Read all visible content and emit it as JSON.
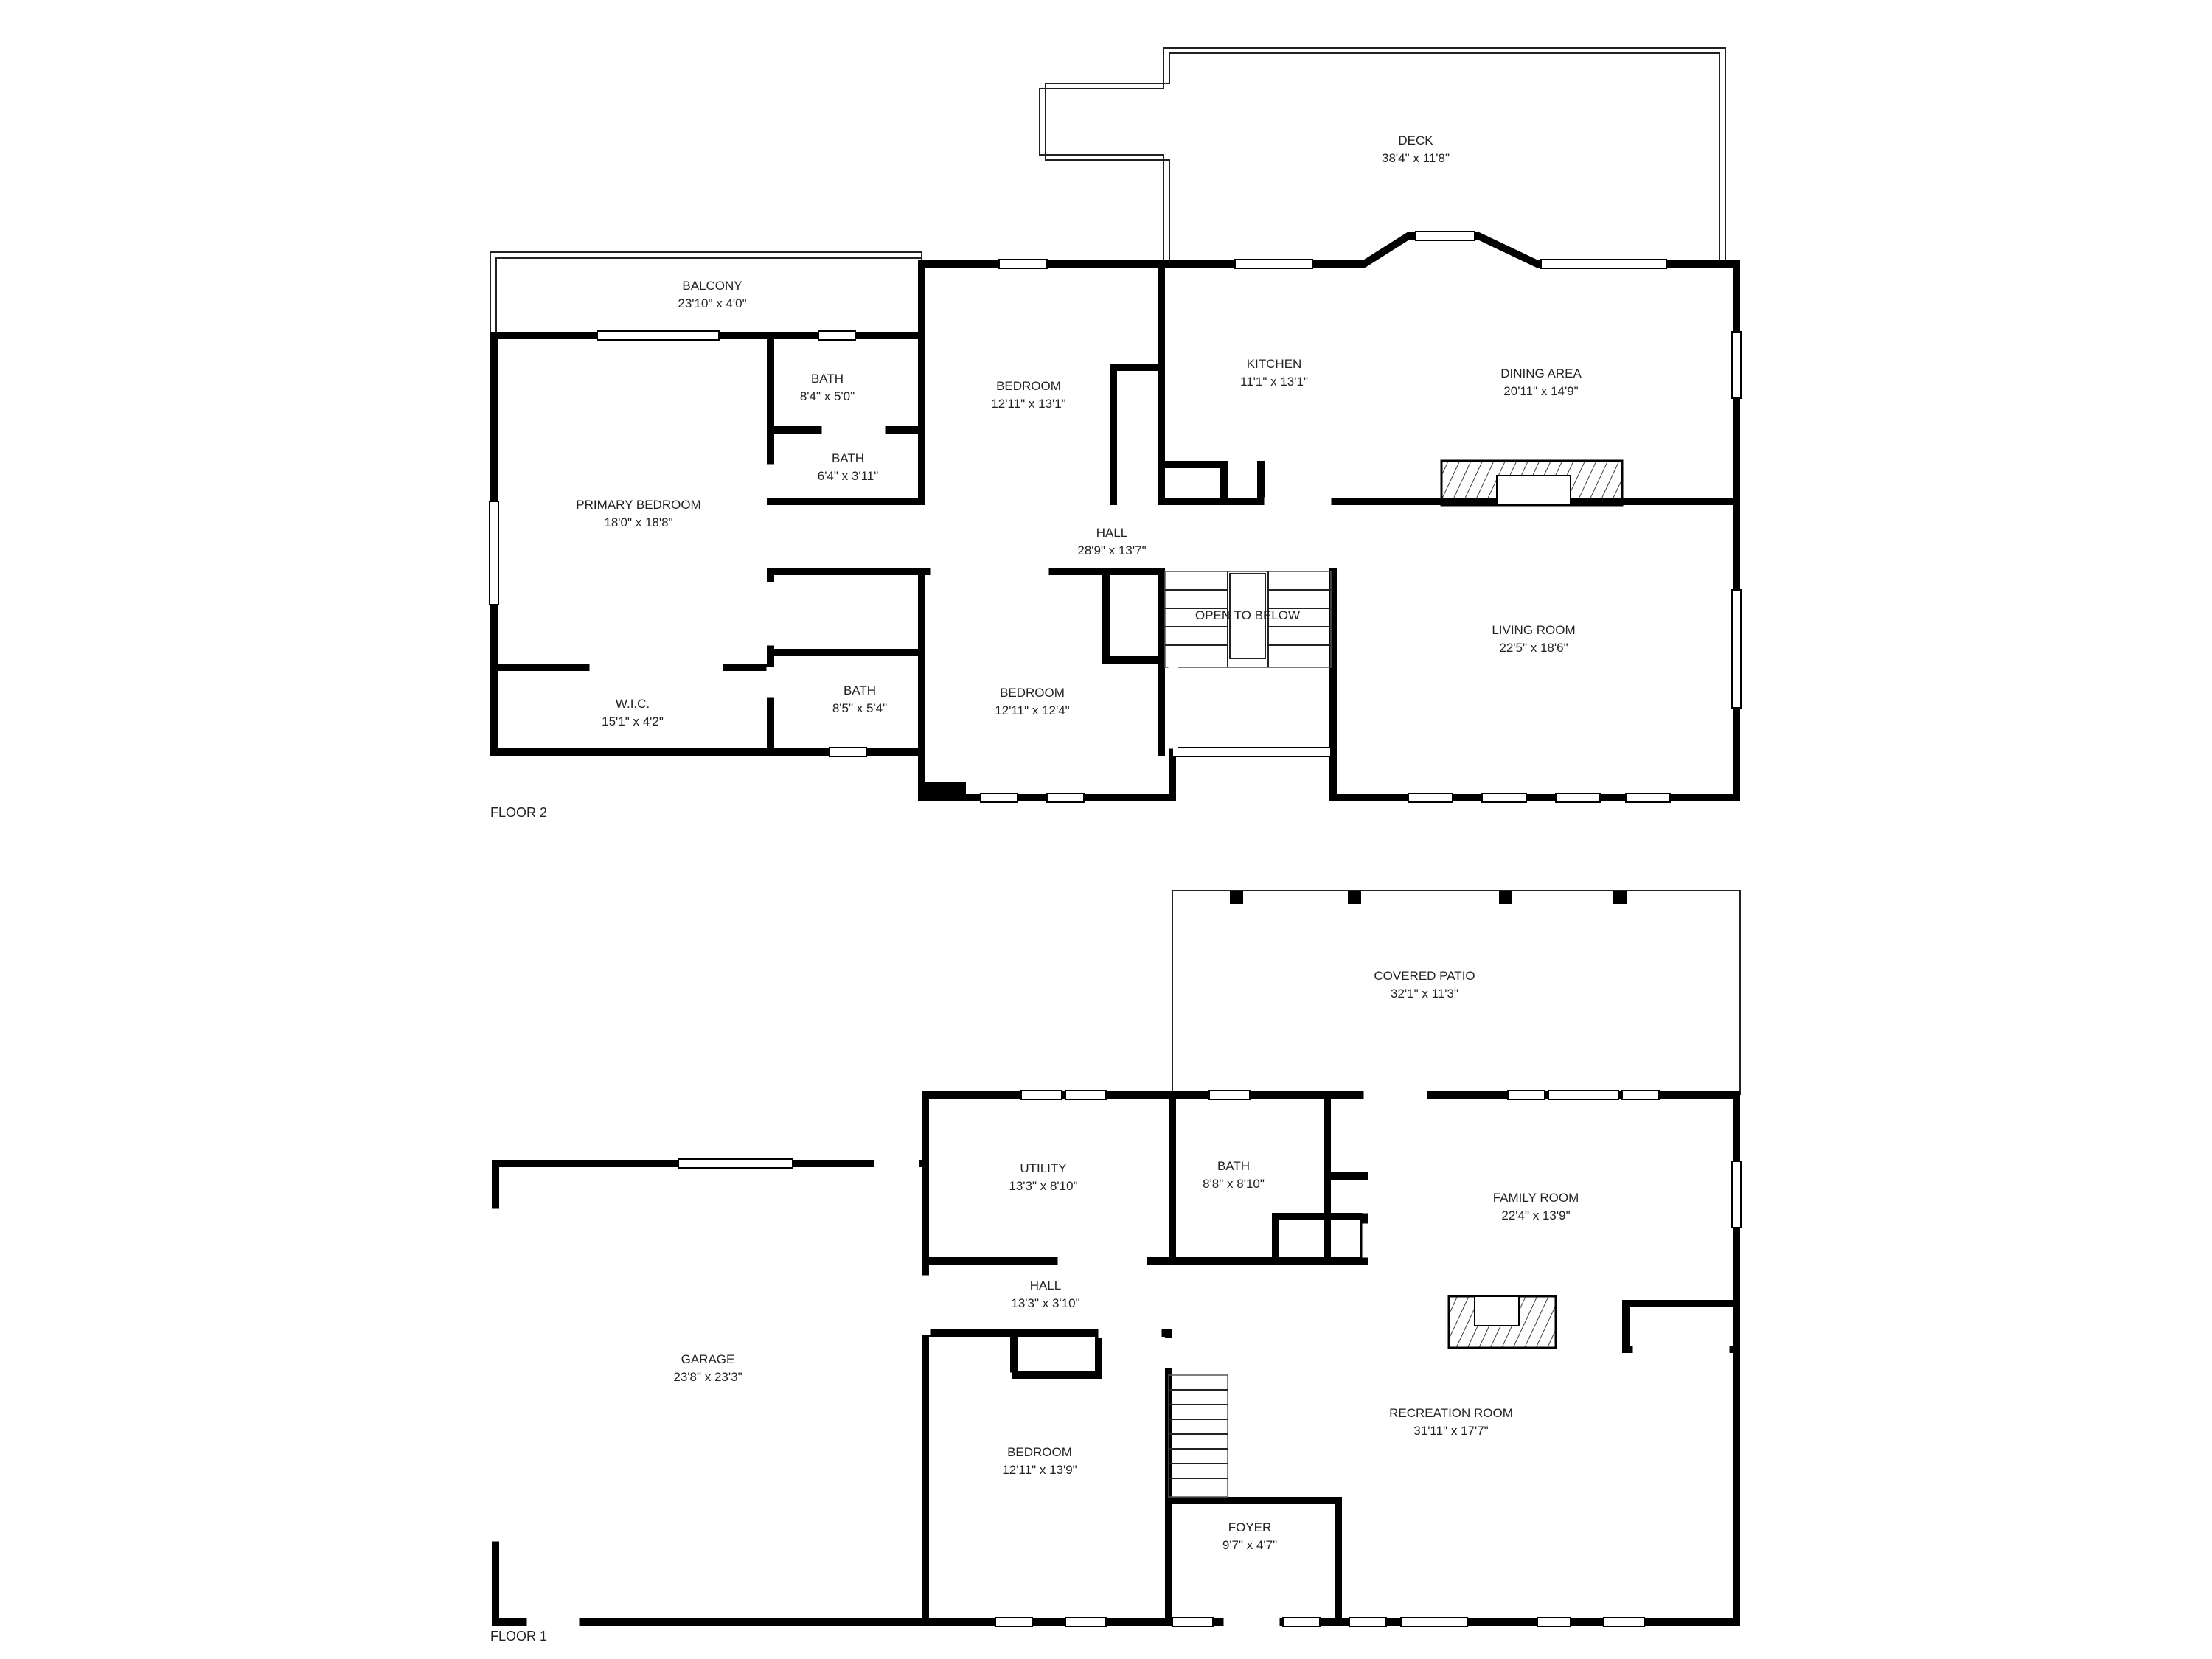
{
  "floors": [
    {
      "id": "floor2",
      "label": "FLOOR 2",
      "rooms": [
        {
          "key": "deck",
          "name": "DECK",
          "dims": "38'4\" x 11'8\""
        },
        {
          "key": "balcony",
          "name": "BALCONY",
          "dims": "23'10\" x 4'0\""
        },
        {
          "key": "bath_a",
          "name": "BATH",
          "dims": "8'4\" x 5'0\""
        },
        {
          "key": "bath_b",
          "name": "BATH",
          "dims": "6'4\" x 3'11\""
        },
        {
          "key": "bedroom_ne",
          "name": "BEDROOM",
          "dims": "12'11\" x 13'1\""
        },
        {
          "key": "kitchen",
          "name": "KITCHEN",
          "dims": "11'1\" x 13'1\""
        },
        {
          "key": "dining",
          "name": "DINING AREA",
          "dims": "20'11\" x 14'9\""
        },
        {
          "key": "primary_bedroom",
          "name": "PRIMARY BEDROOM",
          "dims": "18'0\" x 18'8\""
        },
        {
          "key": "hall",
          "name": "HALL",
          "dims": "28'9\" x 13'7\""
        },
        {
          "key": "open_to_below",
          "name": "OPEN TO BELOW",
          "dims": ""
        },
        {
          "key": "living",
          "name": "LIVING ROOM",
          "dims": "22'5\" x 18'6\""
        },
        {
          "key": "bedroom_se",
          "name": "BEDROOM",
          "dims": "12'11\" x 12'4\""
        },
        {
          "key": "bath_c",
          "name": "BATH",
          "dims": "8'5\" x 5'4\""
        },
        {
          "key": "wic",
          "name": "W.I.C.",
          "dims": "15'1\" x 4'2\""
        }
      ]
    },
    {
      "id": "floor1",
      "label": "FLOOR 1",
      "rooms": [
        {
          "key": "covered_patio",
          "name": "COVERED PATIO",
          "dims": "32'1\" x 11'3\""
        },
        {
          "key": "utility",
          "name": "UTILITY",
          "dims": "13'3\" x 8'10\""
        },
        {
          "key": "bath_d",
          "name": "BATH",
          "dims": "8'8\" x 8'10\""
        },
        {
          "key": "family",
          "name": "FAMILY ROOM",
          "dims": "22'4\" x 13'9\""
        },
        {
          "key": "hall_1",
          "name": "HALL",
          "dims": "13'3\" x 3'10\""
        },
        {
          "key": "garage",
          "name": "GARAGE",
          "dims": "23'8\" x 23'3\""
        },
        {
          "key": "recreation",
          "name": "RECREATION ROOM",
          "dims": "31'11\" x 17'7\""
        },
        {
          "key": "bedroom_1",
          "name": "BEDROOM",
          "dims": "12'11\" x 13'9\""
        },
        {
          "key": "foyer",
          "name": "FOYER",
          "dims": "9'7\" x 4'7\""
        }
      ]
    }
  ]
}
